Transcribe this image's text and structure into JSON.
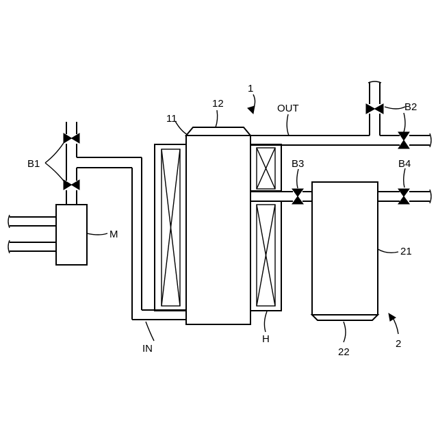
{
  "labels": {
    "system1": "1",
    "system2": "2",
    "vessel": "11",
    "lid": "12",
    "out": "OUT",
    "in": "IN",
    "heater": "H",
    "mixer": "M",
    "tank": "21",
    "tank_bottom": "22",
    "valve_b1": "B1",
    "valve_b2": "B2",
    "valve_b3": "B3",
    "valve_b4": "B4"
  }
}
